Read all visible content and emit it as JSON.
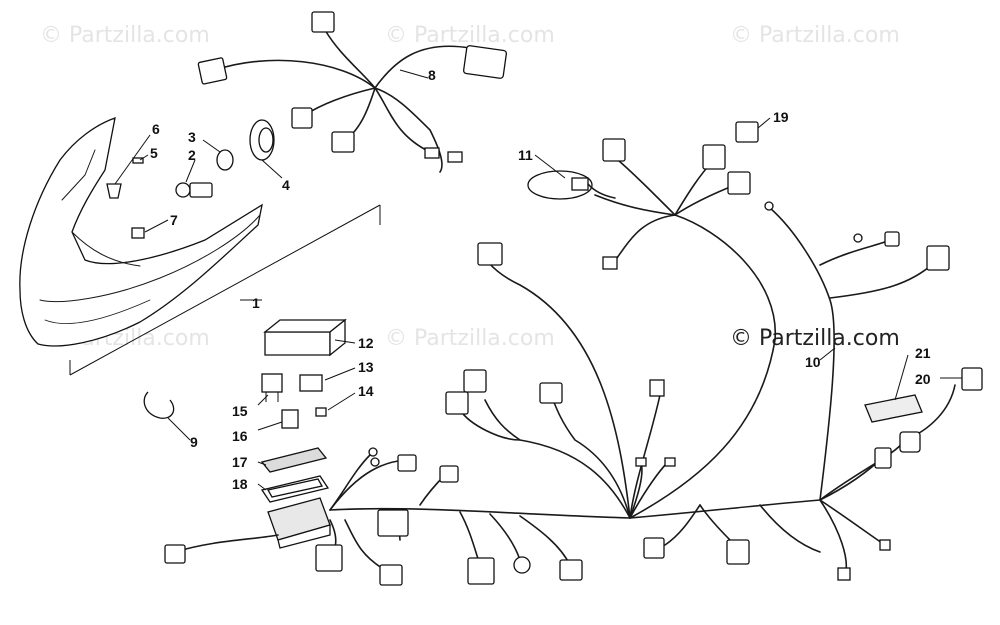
{
  "watermarks": {
    "faint": "© Partzilla.com",
    "center": "© Partzilla.com"
  },
  "callouts": {
    "c1": "1",
    "c2": "2",
    "c3": "3",
    "c4": "4",
    "c5": "5",
    "c6": "6",
    "c7": "7",
    "c8": "8",
    "c9": "9",
    "c10": "10",
    "c11": "11",
    "c12": "12",
    "c13": "13",
    "c14": "14",
    "c15": "15",
    "c16": "16",
    "c17": "17",
    "c18": "18",
    "c19": "19",
    "c20": "20",
    "c21": "21"
  }
}
